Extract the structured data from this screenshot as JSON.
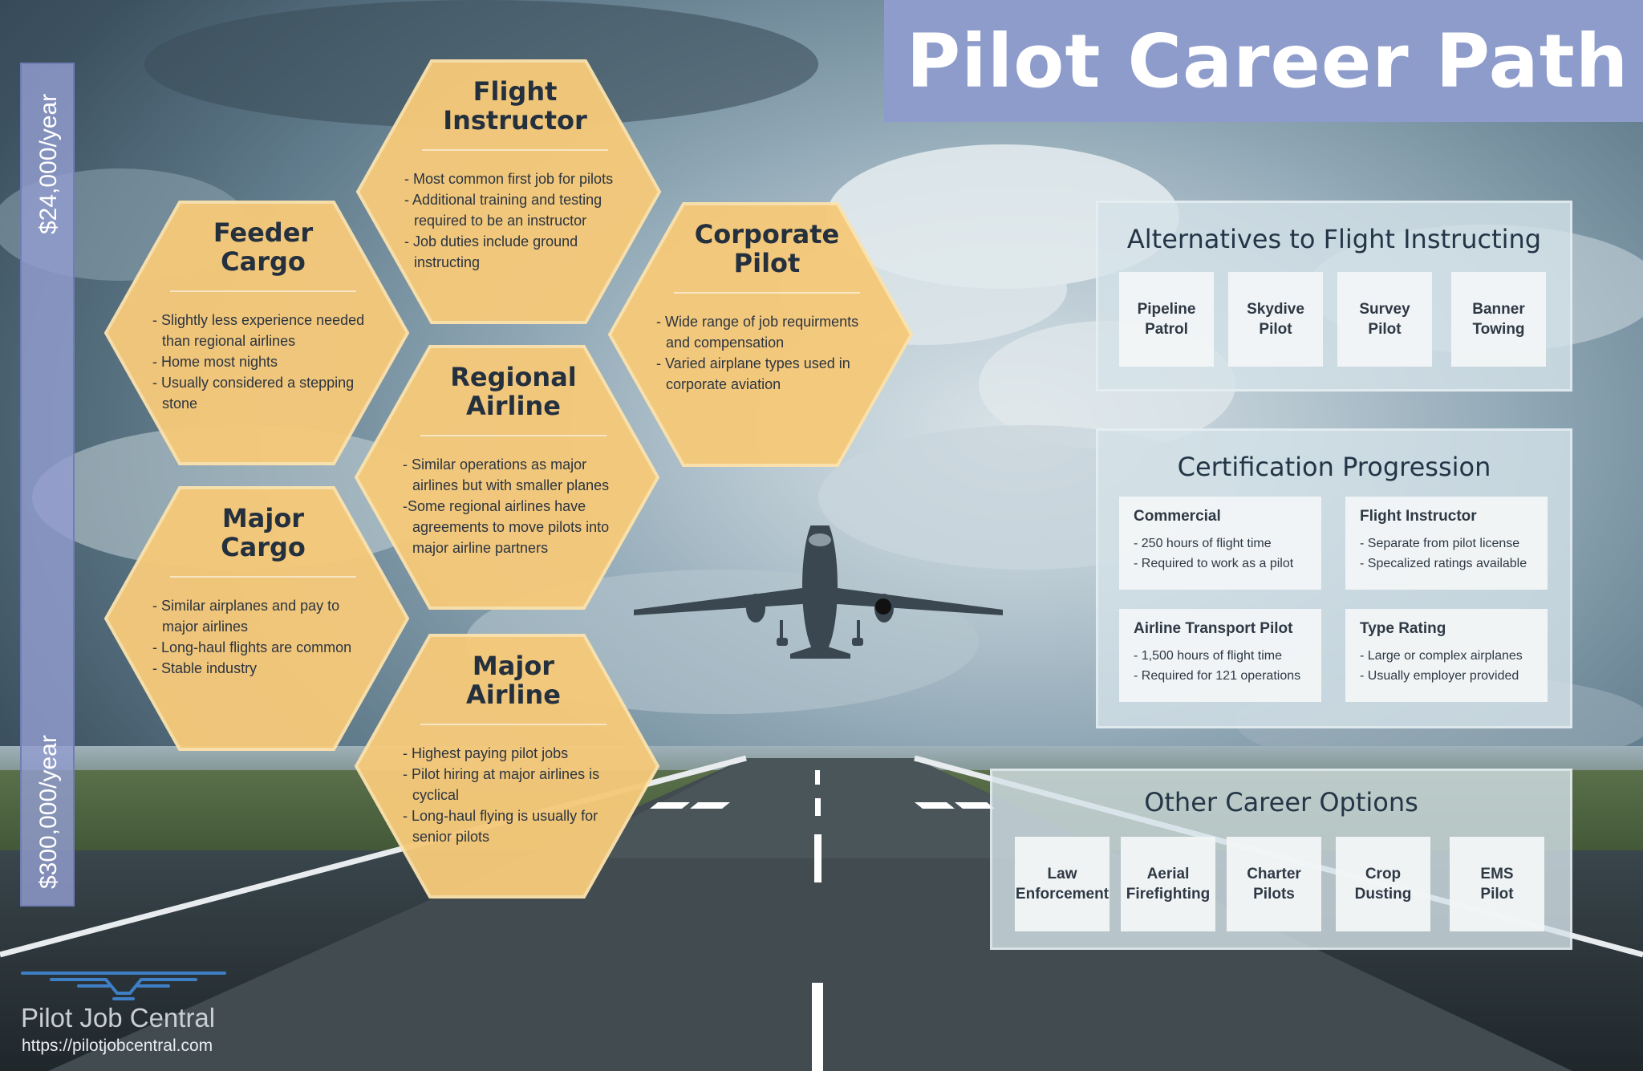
{
  "title": "Pilot Career Path",
  "salary": {
    "top": "$24,000/year",
    "bottom": "$300,000/year"
  },
  "hexagons": [
    {
      "title": "Flight\nInstructor",
      "bullets": [
        "- Most common first job for pilots",
        "- Additional training and testing required to be an instructor",
        "- Job duties include ground instructing"
      ]
    },
    {
      "title": "Feeder\nCargo",
      "bullets": [
        "- Slightly less experience needed than regional airlines",
        "- Home most nights",
        "- Usually considered a stepping stone"
      ]
    },
    {
      "title": "Corporate\nPilot",
      "bullets": [
        "- Wide range of job requirments and compensation",
        "- Varied airplane types used in corporate aviation"
      ]
    },
    {
      "title": "Regional\nAirline",
      "bullets": [
        "- Similar operations as major airlines but with smaller planes",
        "-Some regional airlines have agreements to move pilots into major airline partners"
      ]
    },
    {
      "title": "Major\nCargo",
      "bullets": [
        "- Similar airplanes and pay to major airlines",
        "- Long-haul flights are common",
        "- Stable industry"
      ]
    },
    {
      "title": "Major\nAirline",
      "bullets": [
        "- Highest paying pilot jobs",
        "- Pilot hiring at major airlines is cyclical",
        "- Long-haul flying is usually for senior pilots"
      ]
    }
  ],
  "alternatives": {
    "title": "Alternatives to Flight Instructing",
    "items": [
      "Pipeline\nPatrol",
      "Skydive\nPilot",
      "Survey\nPilot",
      "Banner\nTowing"
    ]
  },
  "certification": {
    "title": "Certification Progression",
    "items": [
      {
        "name": "Commercial",
        "lines": [
          "- 250 hours of flight time",
          "- Required to work as a pilot"
        ]
      },
      {
        "name": "Flight Instructor",
        "lines": [
          "- Separate from pilot license",
          "- Specalized ratings available"
        ]
      },
      {
        "name": "Airline Transport Pilot",
        "lines": [
          "- 1,500 hours of flight time",
          "- Required for 121 operations"
        ]
      },
      {
        "name": "Type Rating",
        "lines": [
          "- Large or complex airplanes",
          "- Usually employer provided"
        ]
      }
    ]
  },
  "other": {
    "title": "Other Career Options",
    "items": [
      "Law\nEnforcement",
      "Aerial\nFirefighting",
      "Charter\nPilots",
      "Crop\nDusting",
      "EMS\nPilot"
    ]
  },
  "logo": {
    "name": "Pilot Job Central",
    "url": "https://pilotjobcentral.com"
  },
  "colors": {
    "hex_fill": "#f5c97a",
    "banner": "#8e9ccb",
    "panel": "#d5e2e8",
    "title_text": "#243547"
  },
  "icons": {
    "logo": "wings-logo-icon",
    "airplane": "airplane-icon"
  }
}
